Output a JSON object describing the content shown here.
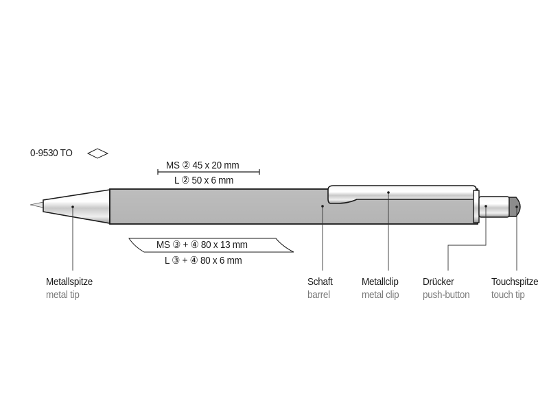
{
  "article": {
    "code": "0-9530 TO"
  },
  "print_upper": {
    "line1": "MS ② 45 x 20 mm",
    "line2": "L ② 50 x 6 mm"
  },
  "print_lower": {
    "line1": "MS ③ + ④ 80 x 13 mm",
    "line2": "L ③ + ④ 80 x 6 mm"
  },
  "parts": {
    "tip": {
      "de": "Metallspitze",
      "en": "metal tip"
    },
    "barrel": {
      "de": "Schaft",
      "en": "barrel"
    },
    "clip": {
      "de": "Metallclip",
      "en": "metal clip"
    },
    "button": {
      "de": "Drücker",
      "en": "push-button"
    },
    "touch": {
      "de": "Touchspitze",
      "en": "touch tip"
    }
  }
}
